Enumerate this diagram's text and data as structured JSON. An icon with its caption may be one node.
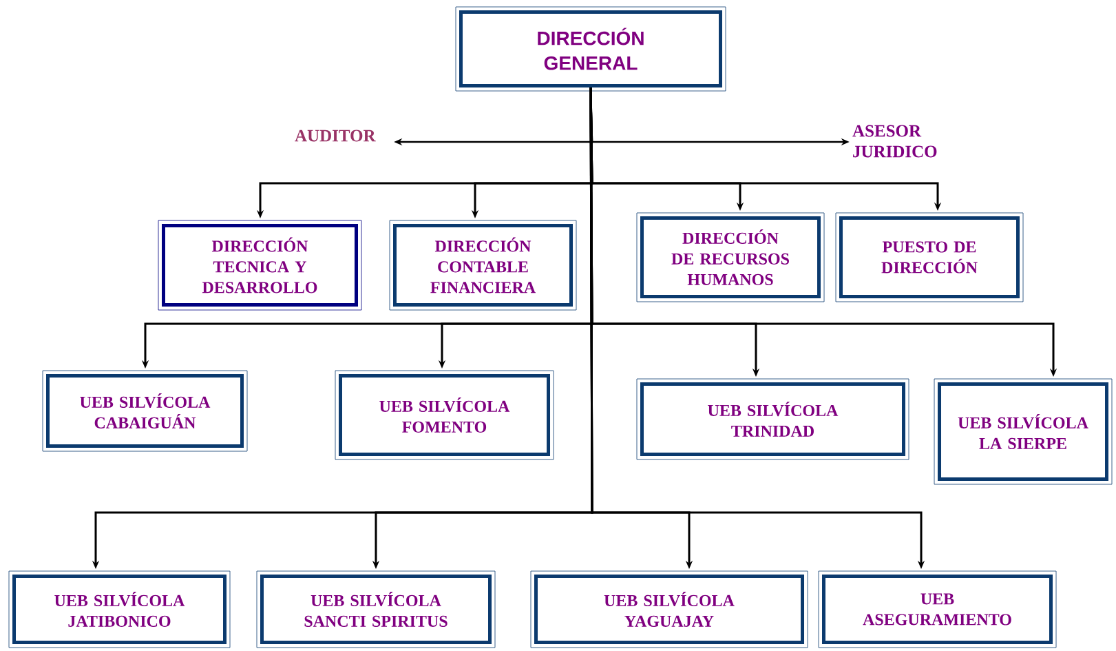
{
  "diagram": {
    "nodes": [
      {
        "text": [
          "DIRECCIÓN GENERAL"
        ]
      },
      {
        "text": [
          "AUDITOR"
        ]
      },
      {
        "text": [
          "ASESOR JURIDICO"
        ]
      },
      {
        "text": [
          "DIRECCIÓN TECNICA Y DESARROLLO"
        ]
      },
      {
        "text": [
          "DIRECCIÓN CONTABLE FINANCIERA"
        ]
      },
      {
        "text": [
          "DIRECCIÓN DE RECURSOS HUMANOS"
        ]
      },
      {
        "text": [
          "PUESTO DE DIRECCIÓN"
        ]
      },
      {
        "text": [
          "UEB SILVÍCOLA CABAIGUÁN"
        ]
      },
      {
        "text": [
          "UEB SILVÍCOLA FOMENTO"
        ]
      },
      {
        "text": [
          "UEB SILVÍCOLA TRINIDAD"
        ]
      },
      {
        "text": [
          "UEB SILVÍCOLA LA SIERPE"
        ]
      },
      {
        "text": [
          "UEB SILVÍCOLA JATIBONICO"
        ]
      },
      {
        "text": [
          "UEB SILVÍCOLA SANCTI SPIRITUS"
        ]
      },
      {
        "text": [
          "UEB SILVÍCOLA YAGUAJAY"
        ]
      },
      {
        "text": [
          "UEB ASEGURAMIENTO"
        ]
      }
    ],
    "edges": [
      {
        "from": 0,
        "to": 1,
        "arrow": "to"
      },
      {
        "from": 0,
        "to": 2,
        "arrow": "to"
      },
      {
        "from": 0,
        "to": 3,
        "arrow": "to"
      },
      {
        "from": 0,
        "to": 4,
        "arrow": "to"
      },
      {
        "from": 0,
        "to": 5,
        "arrow": "to"
      },
      {
        "from": 0,
        "to": 6,
        "arrow": "to"
      },
      {
        "from": 0,
        "to": 7,
        "arrow": "to"
      },
      {
        "from": 0,
        "to": 8,
        "arrow": "to"
      },
      {
        "from": 0,
        "to": 9,
        "arrow": "to"
      },
      {
        "from": 0,
        "to": 10,
        "arrow": "to"
      },
      {
        "from": 0,
        "to": 11,
        "arrow": "to"
      },
      {
        "from": 0,
        "to": 12,
        "arrow": "to"
      },
      {
        "from": 0,
        "to": 13,
        "arrow": "to"
      },
      {
        "from": 0,
        "to": 14,
        "arrow": "to"
      }
    ]
  }
}
